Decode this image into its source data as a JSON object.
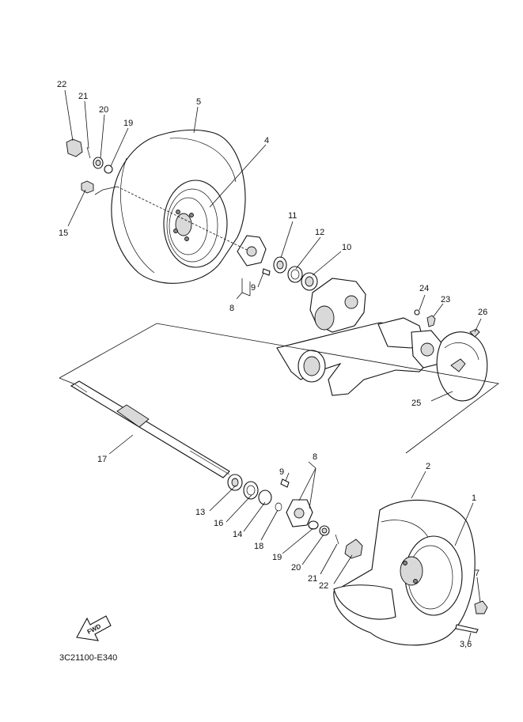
{
  "diagram": {
    "code": "3C21100-E340",
    "fwd_label": "FWD",
    "callouts": {
      "c22a": "22",
      "c21a": "21",
      "c20a": "20",
      "c19a": "19",
      "c5": "5",
      "c4": "4",
      "c15": "15",
      "c11": "11",
      "c12": "12",
      "c10": "10",
      "c9a": "9",
      "c8a": "8",
      "c24": "24",
      "c23": "23",
      "c26": "26",
      "c25": "25",
      "c17": "17",
      "c2": "2",
      "c1": "1",
      "c9b": "9",
      "c8b": "8",
      "c13": "13",
      "c16": "16",
      "c14": "14",
      "c18": "18",
      "c19b": "19",
      "c20b": "20",
      "c21b": "21",
      "c22b": "22",
      "c7": "7",
      "c36": "3,6"
    }
  }
}
